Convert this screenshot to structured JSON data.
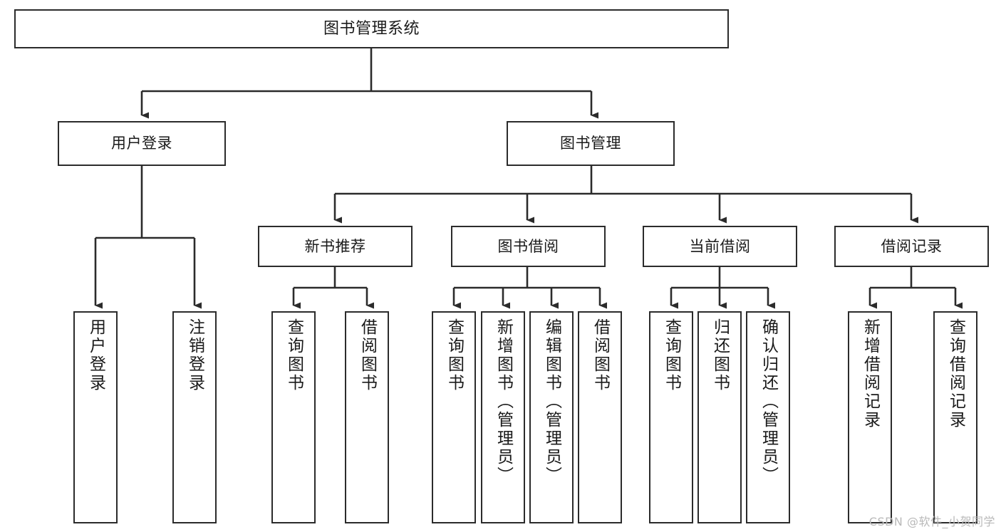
{
  "diagram": {
    "type": "tree-hierarchy",
    "title": "图书管理系统",
    "watermark": "CSDN @软件_小贺同学",
    "colors": {
      "box_border": "#2b2b2b",
      "box_fill": "#ffffff",
      "connector": "#2b2b2b",
      "text": "#1a1a1a",
      "watermark": "#b9b9b9"
    },
    "levels": {
      "root": {
        "label": "图书管理系统"
      },
      "level2": [
        {
          "label": "用户登录"
        },
        {
          "label": "图书管理"
        }
      ],
      "level3": [
        {
          "label": "新书推荐"
        },
        {
          "label": "图书借阅"
        },
        {
          "label": "当前借阅"
        },
        {
          "label": "借阅记录"
        }
      ]
    },
    "nodes": {
      "root": "图书管理系统",
      "user_login": "用户登录",
      "book_manage": "图书管理",
      "new_book_rec": "新书推荐",
      "book_borrow": "图书借阅",
      "current_borrow": "当前借阅",
      "borrow_record": "借阅记录",
      "leaves": {
        "user_login_1": "用户登录",
        "user_login_2": "注销登录",
        "new_book_1": "查询图书",
        "new_book_2": "借阅图书",
        "borrow_1": "查询图书",
        "borrow_2": "新增图书（管理员）",
        "borrow_3": "编辑图书（管理员）",
        "borrow_4": "借阅图书",
        "current_1": "查询图书",
        "current_2": "归还图书",
        "current_3": "确认归还（管理员）",
        "record_1": "新增借阅记录",
        "record_2": "查询借阅记录"
      }
    }
  }
}
